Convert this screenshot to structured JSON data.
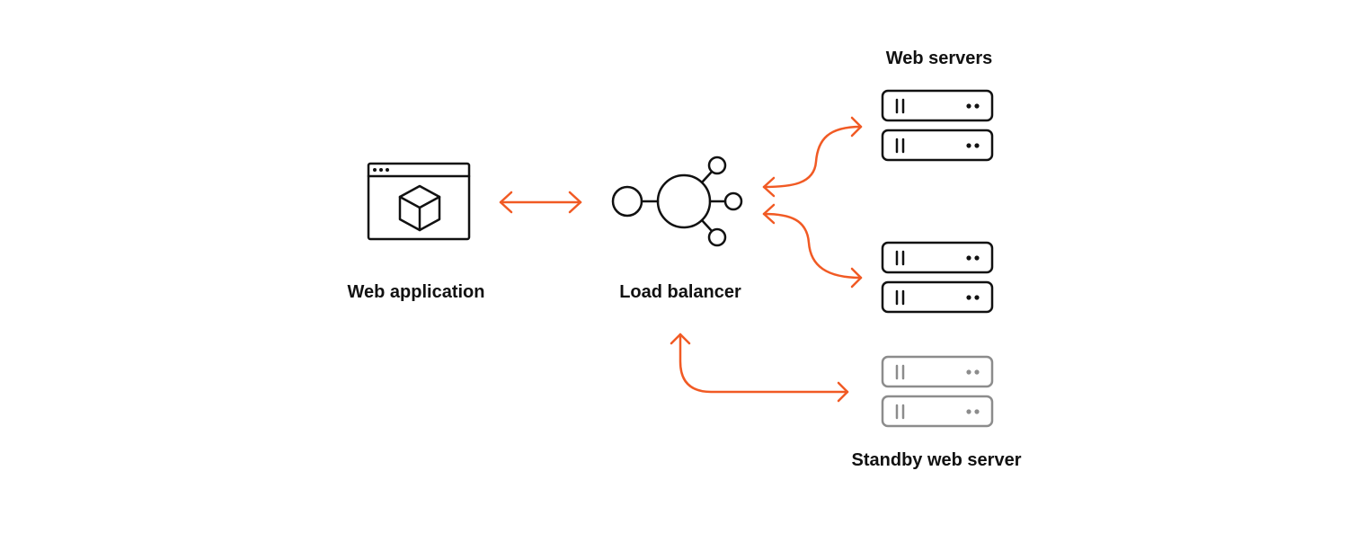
{
  "labels": {
    "web_application": "Web application",
    "load_balancer": "Load balancer",
    "web_servers": "Web servers",
    "standby_web_server": "Standby web server"
  },
  "icons": {
    "web_application": "browser-window-cube-icon",
    "load_balancer": "hub-nodes-icon",
    "web_server": "server-rack-icon",
    "standby_web_server": "server-rack-icon"
  },
  "colors": {
    "arrow": "#f15a24",
    "active_outline": "#111111",
    "standby_outline": "#8c8c8c",
    "background": "#ffffff"
  }
}
